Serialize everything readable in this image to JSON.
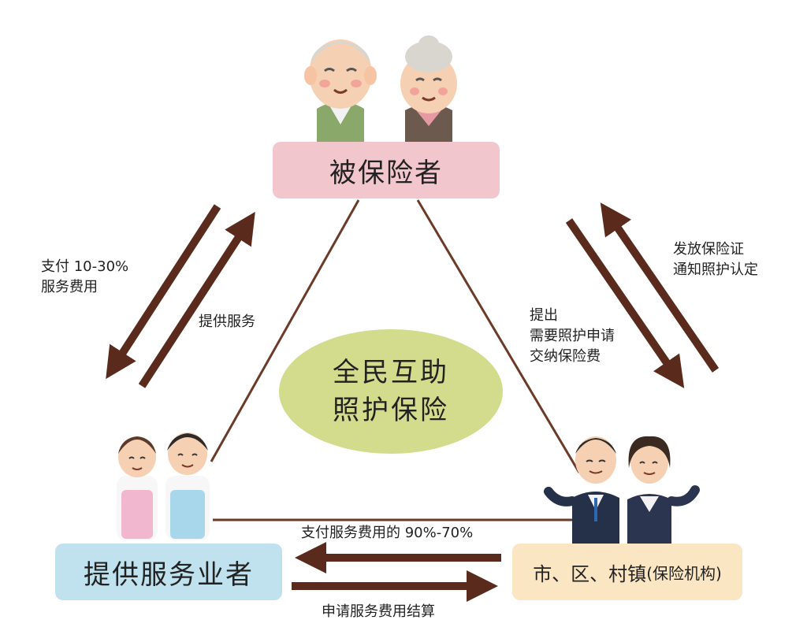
{
  "nodes": {
    "insured": "被保险者",
    "provider": "提供服务业者",
    "insurer_main": "市、区、村镇",
    "insurer_sub": "(保险机构)"
  },
  "center": {
    "line1": "全民互助",
    "line2": "照护保险"
  },
  "edges": {
    "left_out": [
      "支付 10-30%",
      "服务费用"
    ],
    "left_in": "提供服务",
    "right_mid": [
      "提出",
      "需要照护申请",
      "交纳保险费"
    ],
    "right_out": [
      "发放保险证",
      "通知照护认定"
    ],
    "bottom_top": "支付服务费用的 90%-70%",
    "bottom_bot": "申请服务费用结算"
  },
  "colors": {
    "arrow": "#5a2b1c",
    "insured_box": "#f1c6cc",
    "provider_box": "#bfe2ee",
    "insurer_box": "#fbe6c4",
    "center_ellipse": "#d3dc8d"
  }
}
